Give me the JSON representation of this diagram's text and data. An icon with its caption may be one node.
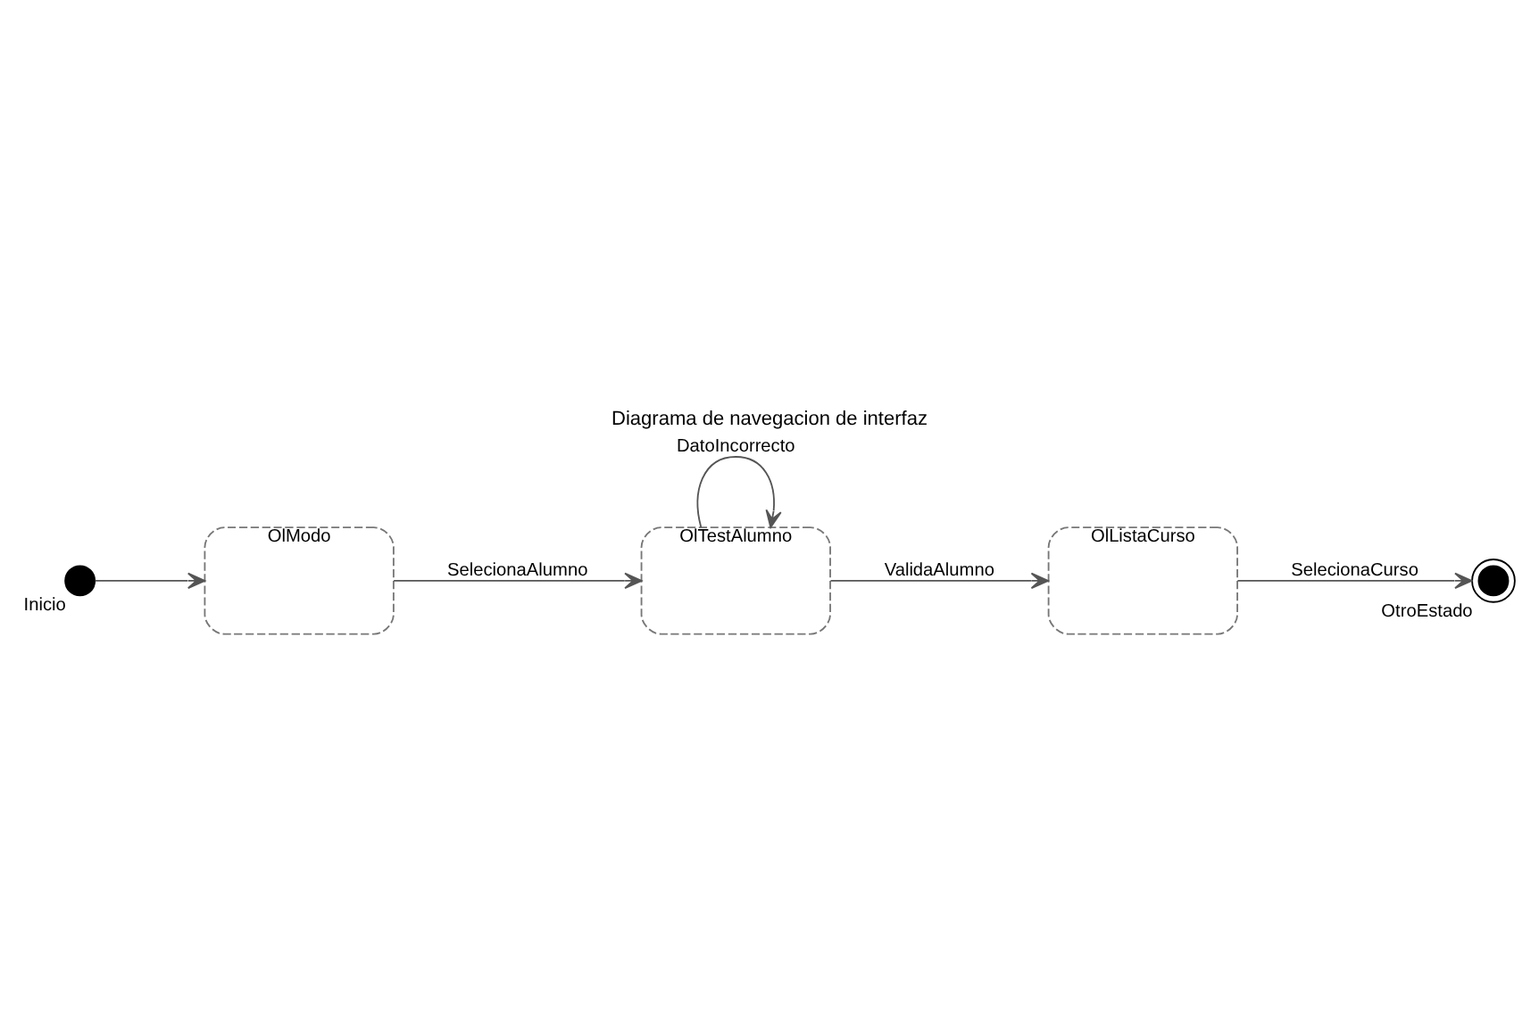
{
  "diagram": {
    "title": "Diagrama de navegacion de interfaz",
    "nodes": [
      {
        "text": [
          "OlTestAlumno"
        ]
      },
      {
        "text": [
          "OlListaCurso"
        ]
      },
      {
        "text": [],
        "shape": "bullseye",
        "beside": [
          "OtroEstado"
        ]
      },
      {
        "text": [
          "OlModo"
        ]
      },
      {
        "text": [],
        "shape": "circle",
        "beside": [
          "Inicio"
        ]
      }
    ],
    "edges": [
      {
        "from": 0,
        "to": 0,
        "arrow": "to",
        "label": "DatoIncorrecto"
      },
      {
        "from": 0,
        "to": 1,
        "arrow": "to",
        "label": "ValidaAlumno"
      },
      {
        "from": 1,
        "to": 2,
        "arrow": "to",
        "label": "SelecionaCurso"
      },
      {
        "from": 3,
        "to": 0,
        "arrow": "to",
        "label": "SelecionaAlumno"
      },
      {
        "from": 4,
        "to": 3,
        "arrow": "to"
      }
    ]
  }
}
